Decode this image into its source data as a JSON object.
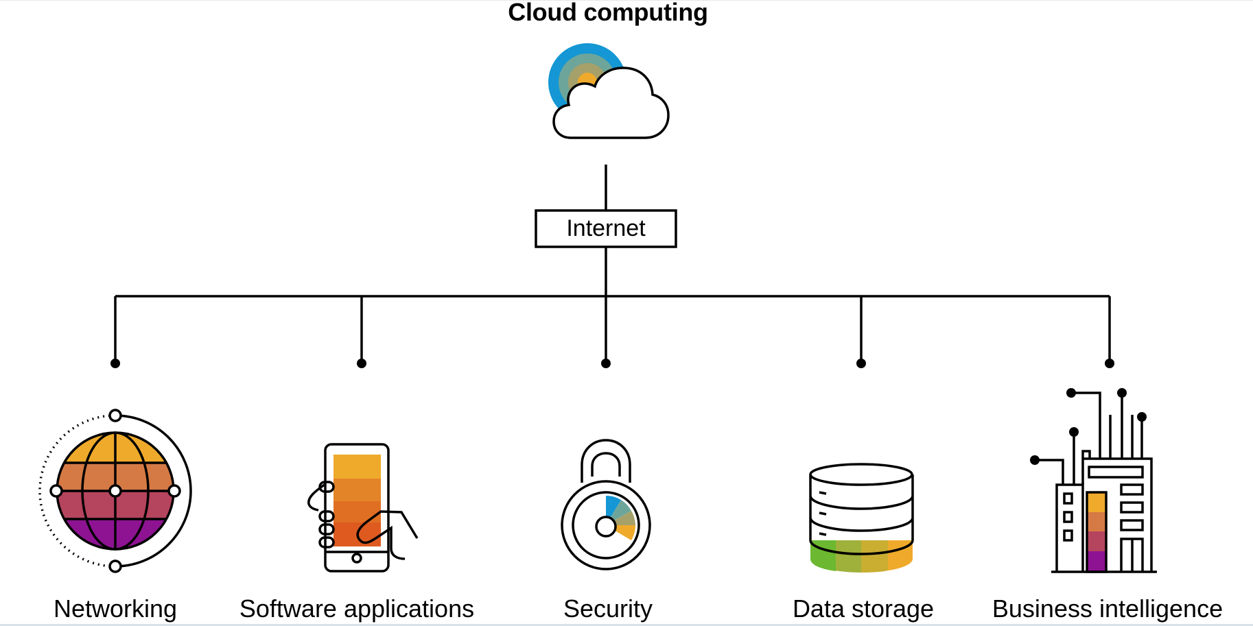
{
  "title": "Cloud computing",
  "hub": {
    "label": "Internet"
  },
  "nodes": [
    {
      "label": "Networking",
      "icon": "globe-icon"
    },
    {
      "label": "Software applications",
      "icon": "smartphone-icon"
    },
    {
      "label": "Security",
      "icon": "padlock-icon"
    },
    {
      "label": "Data storage",
      "icon": "database-icon"
    },
    {
      "label": "Business intelligence",
      "icon": "office-building-icon"
    }
  ],
  "colors": {
    "line": "#000000",
    "blue": "#1497d4",
    "teal": "#6ea59a",
    "olive": "#a6a16a",
    "gold": "#efaa2b",
    "orange": "#e38428",
    "dark_orange": "#de5a1f",
    "copper": "#d57a45",
    "rose": "#b5445e",
    "purple": "#8e1392",
    "green": "#6cb830",
    "lime": "#9fb13a",
    "mustard": "#c9ae32"
  }
}
